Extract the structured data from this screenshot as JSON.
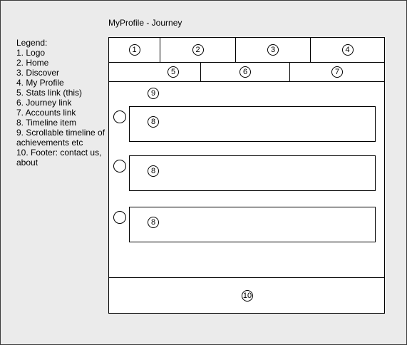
{
  "title": "MyProfile - Journey",
  "legend": [
    "Legend:",
    "1. Logo",
    "2. Home",
    "3. Discover",
    "4. My Profile",
    "5. Stats link (this)",
    "6. Journey link",
    "7. Accounts link",
    "8. Timeline item",
    "9. Scrollable timeline of",
    "achievements etc",
    "10. Footer: contact us,",
    "about"
  ],
  "header": {
    "badges": [
      "1",
      "2",
      "3",
      "4"
    ]
  },
  "subnav": {
    "badges": [
      "5",
      "6",
      "7"
    ]
  },
  "timeline": {
    "badge": "9",
    "items": [
      {
        "badge": "8"
      },
      {
        "badge": "8"
      },
      {
        "badge": "8"
      }
    ]
  },
  "footer": {
    "badge": "10"
  }
}
